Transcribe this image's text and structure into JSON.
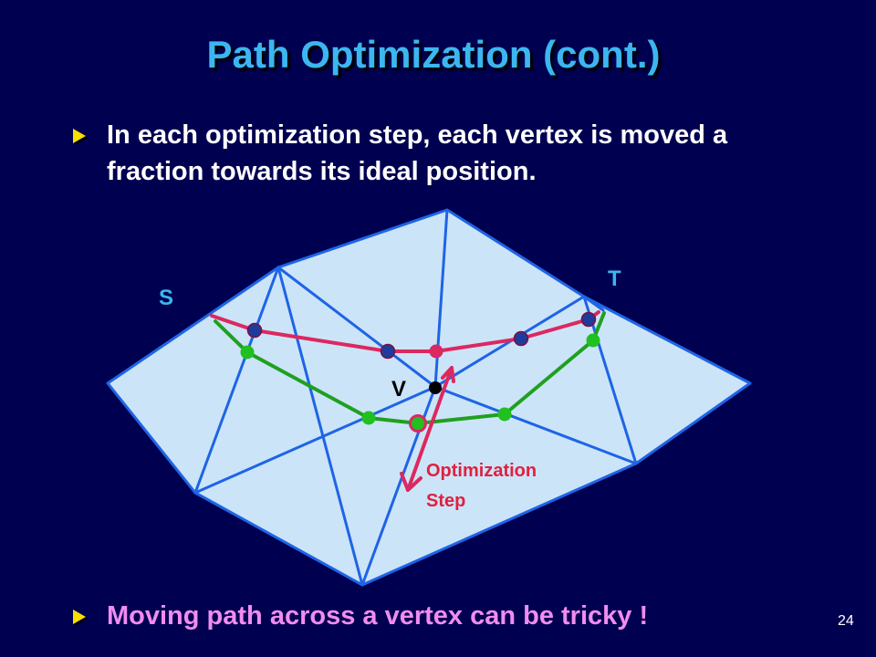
{
  "slide": {
    "title": "Path Optimization (cont.)",
    "bullets": [
      "In each optimization step, each vertex is moved a fraction towards its ideal position.",
      "Moving path across a vertex can be tricky !"
    ],
    "page_number": "24"
  },
  "diagram": {
    "labels": {
      "source": "S",
      "target": "T",
      "vertex": "V",
      "step_line1": "Optimization",
      "step_line2": "Step"
    }
  },
  "colors": {
    "background": "#000050",
    "title": "#3cb6f0",
    "mesh_fill": "#cce4f8",
    "mesh_edge": "#1e64e6",
    "old_path": "#dc2860",
    "new_path": "#20a020",
    "path_vertex_blue": "#1e3c9c",
    "path_vertex_red": "#dc2860",
    "path_vertex_green": "#20c020",
    "step_arrow": "#dc2860",
    "bullet_marker": "#f5e000",
    "second_bullet": "#f08cf0"
  }
}
